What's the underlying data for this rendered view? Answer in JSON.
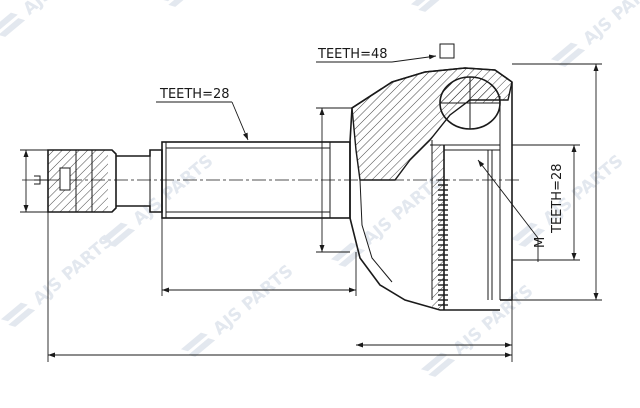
{
  "watermark": {
    "text": "AJS PARTS",
    "color": "#e3e8ef"
  },
  "labels": {
    "shaft_teeth": "TEETH=28",
    "outer_teeth": "TEETH=48",
    "inner_teeth": "TEETH=28",
    "thread": "M"
  },
  "colors": {
    "line": "#1a1a1a",
    "background": "#ffffff"
  }
}
